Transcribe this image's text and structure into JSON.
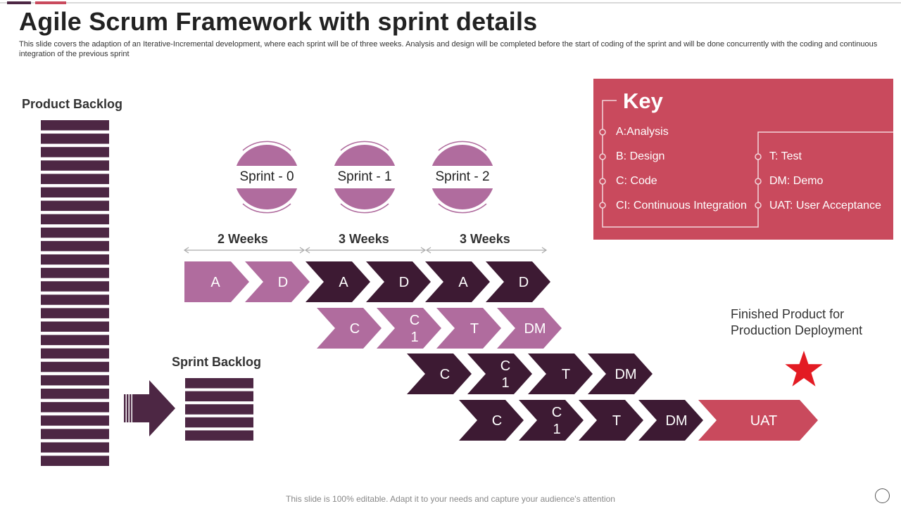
{
  "header": {
    "title": "Agile Scrum Framework with sprint details",
    "subtitle": "This slide covers the adaption of an Iterative-Incremental development, where each sprint will be of three weeks. Analysis and design will be completed before the start of coding of the sprint and will be done concurrently with the coding and continuous integration of the previous sprint"
  },
  "product_backlog": {
    "label": "Product Backlog"
  },
  "sprint_backlog": {
    "label": "Sprint Backlog"
  },
  "sprints": [
    "Sprint - 0",
    "Sprint - 1",
    "Sprint - 2"
  ],
  "durations": [
    "2 Weeks",
    "3 Weeks",
    "3 Weeks"
  ],
  "key": {
    "title": "Key",
    "left": [
      "A:Analysis",
      "B: Design",
      "C: Code",
      "CI: Continuous Integration"
    ],
    "right": [
      "T: Test",
      "DM: Demo",
      "UAT: User Acceptance"
    ]
  },
  "rows": [
    [
      "A",
      "D",
      "A",
      "D",
      "A",
      "D"
    ],
    [
      "C",
      "C\n1",
      "T",
      "DM"
    ],
    [
      "C",
      "C\n1",
      "T",
      "DM"
    ],
    [
      "C",
      "C\n1",
      "T",
      "DM",
      "UAT"
    ]
  ],
  "finished_product": {
    "line1": "Finished Product for",
    "line2": "Production Deployment"
  },
  "footer": {
    "text": "This slide is 100% editable. Adapt it to your needs and capture your audience's attention"
  },
  "colors": {
    "dark": "#4d2744",
    "darker": "#3d1a33",
    "light": "#b06c9e",
    "accent": "#c94a5d",
    "star": "#e31b23"
  }
}
